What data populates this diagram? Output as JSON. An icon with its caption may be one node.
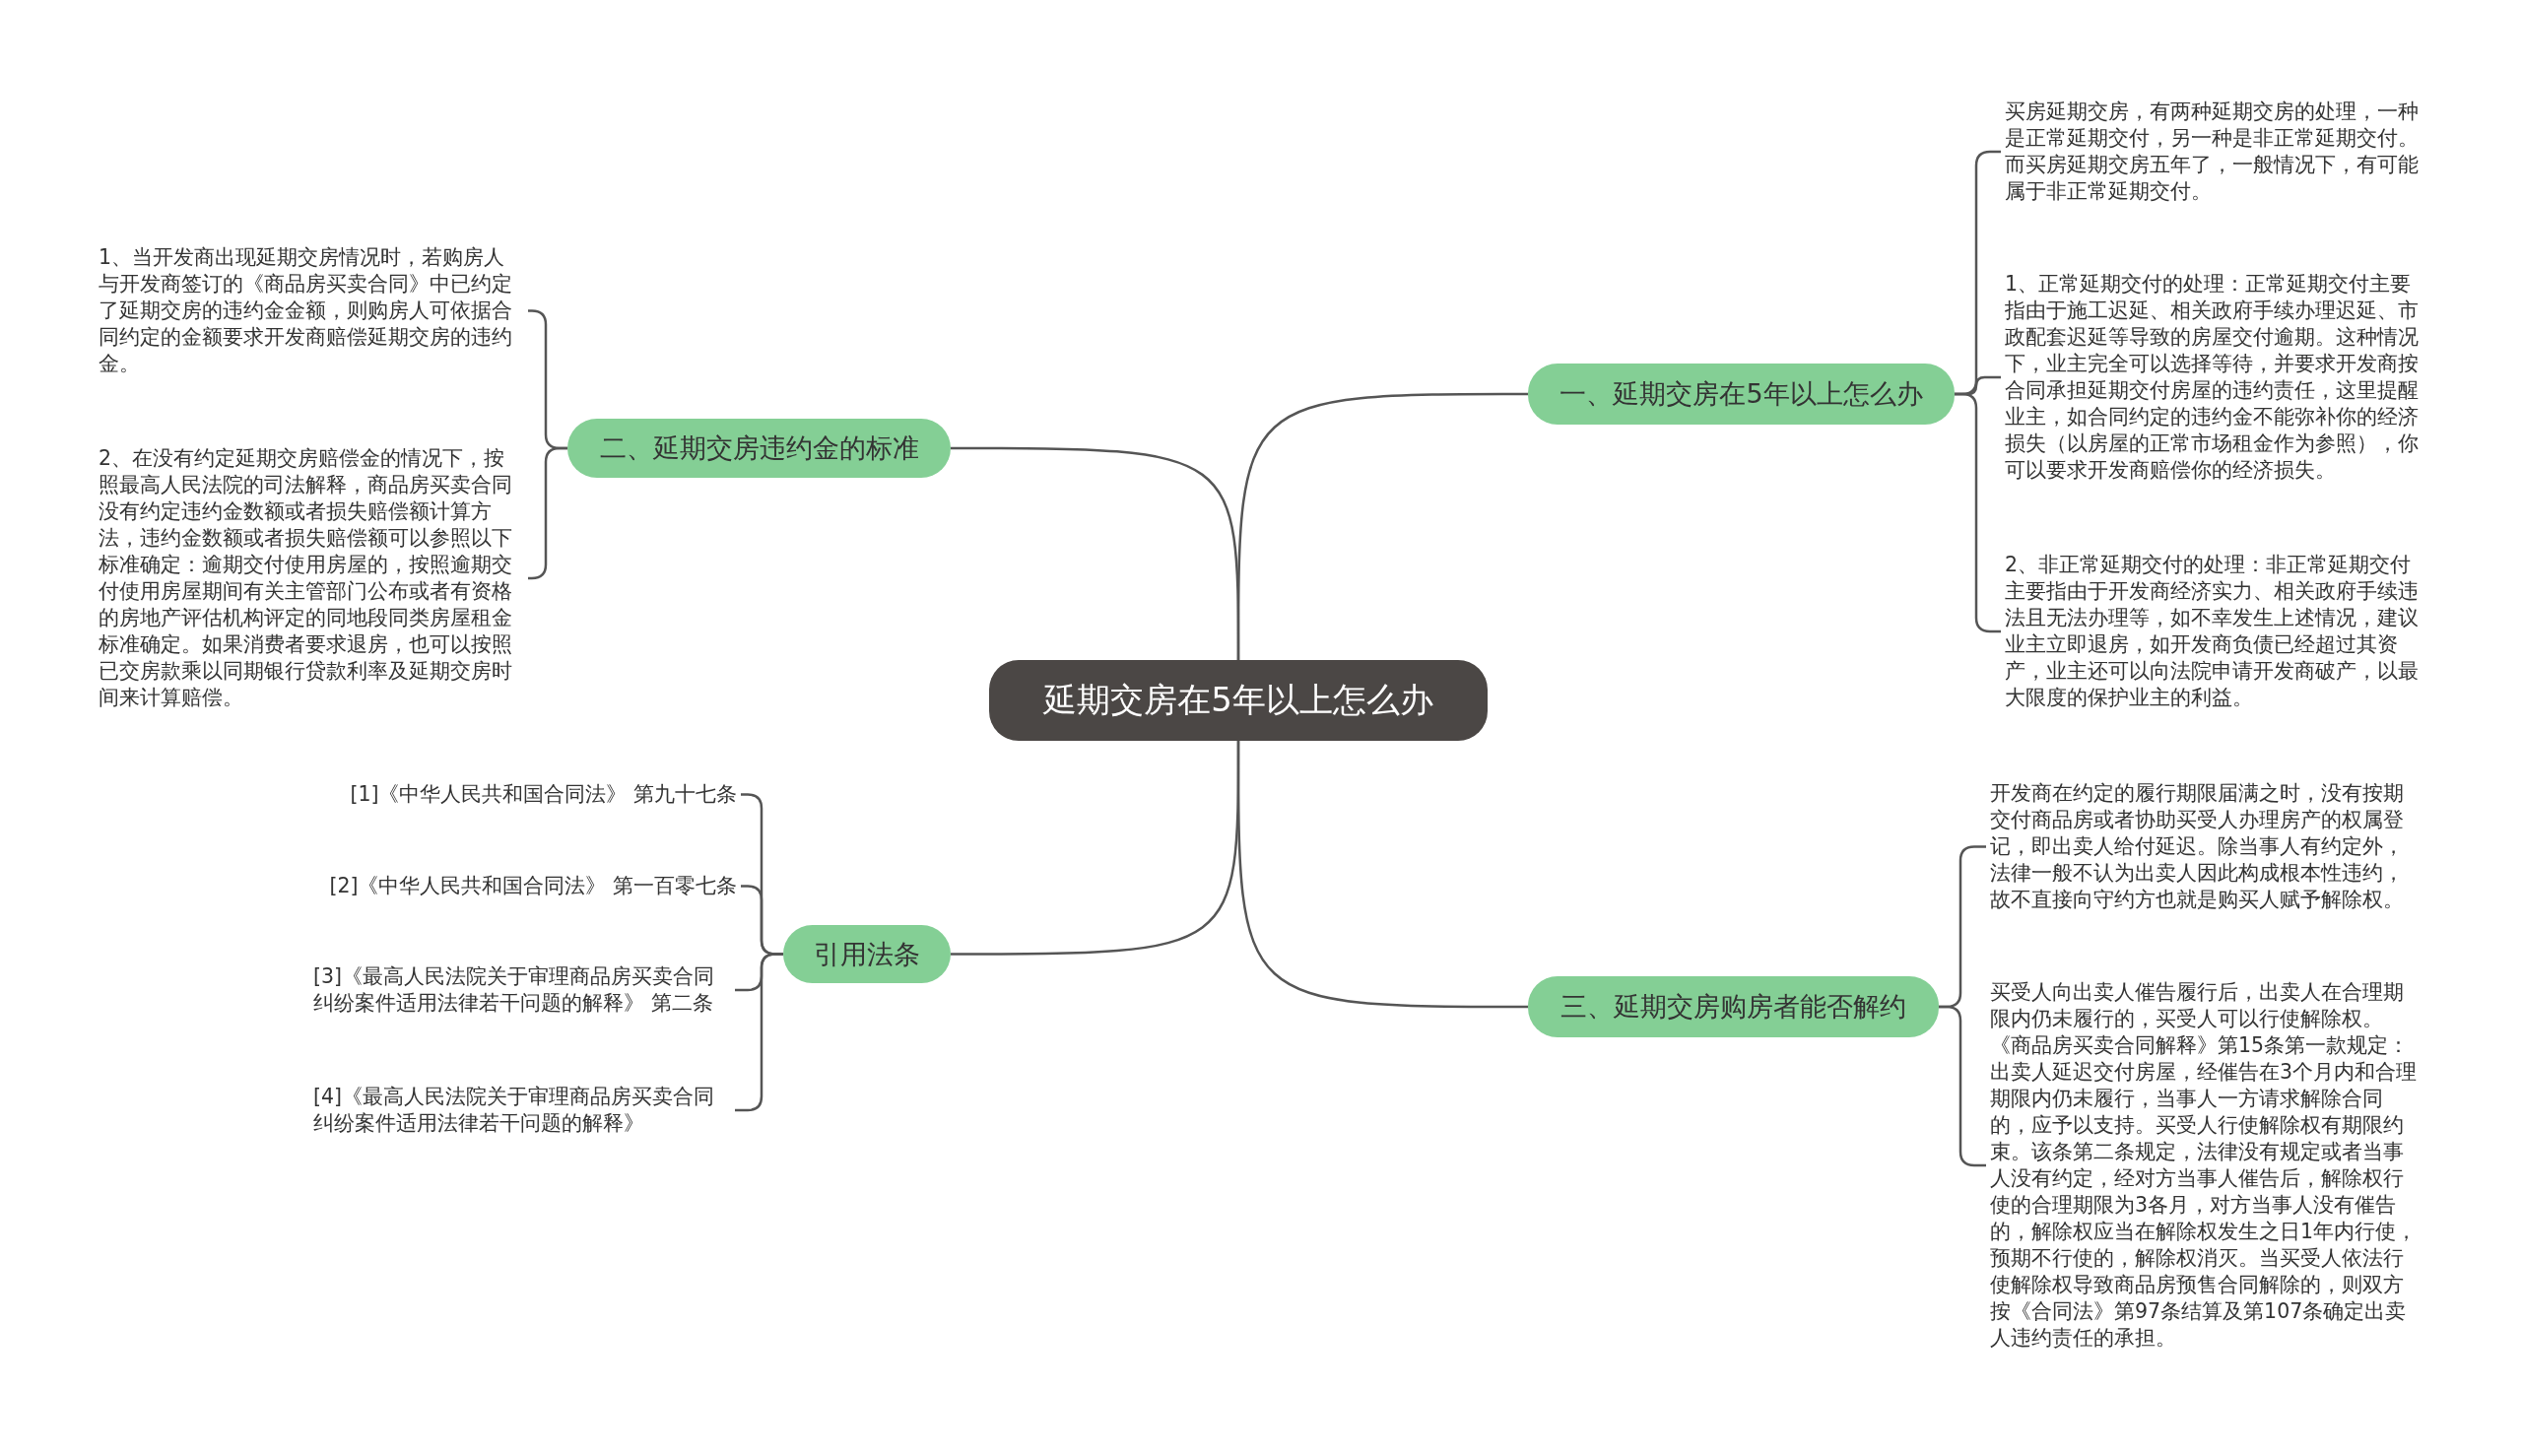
{
  "diagram": {
    "nodes": [
      {
        "text": [
          "延期交房在5年以上怎么办"
        ]
      },
      {
        "text": [
          "一、延期交房在5年以上怎么办"
        ]
      },
      {
        "text": [
          "买房延期交房，有两种延期交房的处理，一种是正常延期交付，另一种是非正常延期交付。而买房延期交房五年了，一般情况下，有可能属于非正常延期交付。"
        ]
      },
      {
        "text": [
          "1、正常延期交付的处理：正常延期交付主要指由于施工迟延、相关政府手续办理迟延、市政配套迟延等导致的房屋交付逾期。这种情况下，业主完全可以选择等待，并要求开发商按合同承担延期交付房屋的违约责任，这里提醒业主，如合同约定的违约金不能弥补你的经济损失（以房屋的正常市场租金作为参照），你可以要求开发商赔偿你的经济损失。"
        ]
      },
      {
        "text": [
          "2、非正常延期交付的处理：非正常延期交付主要指由于开发商经济实力、相关政府手续违法且无法办理等，如不幸发生上述情况，建议业主立即退房，如开发商负债已经超过其资产，业主还可以向法院申请开发商破产，以最大限度的保护业主的利益。"
        ]
      },
      {
        "text": [
          "二、延期交房违约金的标准"
        ]
      },
      {
        "text": [
          "1、当开发商出现延期交房情况时，若购房人与开发商签订的《商品房买卖合同》中已约定了延期交房的违约金金额，则购房人可依据合同约定的金额要求开发商赔偿延期交房的违约金。"
        ]
      },
      {
        "text": [
          "2、在没有约定延期交房赔偿金的情况下，按照最高人民法院的司法解释，商品房买卖合同没有约定违约金数额或者损失赔偿额计算方法，违约金数额或者损失赔偿额可以参照以下标准确定：逾期交付使用房屋的，按照逾期交付使用房屋期间有关主管部门公布或者有资格的房地产评估机构评定的同地段同类房屋租金标准确定。如果消费者要求退房，也可以按照已交房款乘以同期银行贷款利率及延期交房时间来计算赔偿。"
        ]
      },
      {
        "text": [
          "引用法条"
        ]
      },
      {
        "text": [
          "[1]《中华人民共和国合同法》 第九十七条"
        ]
      },
      {
        "text": [
          "[2]《中华人民共和国合同法》 第一百零七条"
        ]
      },
      {
        "text": [
          "[3]《最高人民法院关于审理商品房买卖合同纠纷案件适用法律若干问题的解释》 第二条"
        ]
      },
      {
        "text": [
          "[4]《最高人民法院关于审理商品房买卖合同纠纷案件适用法律若干问题的解释》"
        ]
      },
      {
        "text": [
          "三、延期交房购房者能否解约"
        ]
      },
      {
        "text": [
          "开发商在约定的履行期限届满之时，没有按期交付商品房或者协助买受人办理房产的权属登记，即出卖人给付延迟。除当事人有约定外，法律一般不认为出卖人因此构成根本性违约，故不直接向守约方也就是购买人赋予解除权。"
        ]
      },
      {
        "text": [
          "买受人向出卖人催告履行后，出卖人在合理期限内仍未履行的，买受人可以行使解除权。《商品房买卖合同解释》第15条第一款规定：出卖人延迟交付房屋，经催告在3个月内和合理期限内仍未履行，当事人一方请求解除合同的，应予以支持。买受人行使解除权有期限约束。该条第二条规定，法律没有规定或者当事人没有约定，经对方当事人催告后，解除权行使的合理期限为3各月，对方当事人没有催告的，解除权应当在解除权发生之日1年内行使，预期不行使的，解除权消灭。当买受人依法行使解除权导致商品房预售合同解除的，则双方按《合同法》第97条结算及第107条确定出卖人违约责任的承担。"
        ]
      }
    ],
    "edges": [
      {
        "from": 0,
        "to": 1,
        "arrow": "none"
      },
      {
        "from": 1,
        "to": 2,
        "arrow": "none"
      },
      {
        "from": 1,
        "to": 3,
        "arrow": "none"
      },
      {
        "from": 1,
        "to": 4,
        "arrow": "none"
      },
      {
        "from": 0,
        "to": 5,
        "arrow": "none"
      },
      {
        "from": 5,
        "to": 6,
        "arrow": "none"
      },
      {
        "from": 5,
        "to": 7,
        "arrow": "none"
      },
      {
        "from": 0,
        "to": 8,
        "arrow": "none"
      },
      {
        "from": 8,
        "to": 9,
        "arrow": "none"
      },
      {
        "from": 8,
        "to": 10,
        "arrow": "none"
      },
      {
        "from": 8,
        "to": 11,
        "arrow": "none"
      },
      {
        "from": 8,
        "to": 12,
        "arrow": "none"
      },
      {
        "from": 0,
        "to": 13,
        "arrow": "none"
      },
      {
        "from": 13,
        "to": 14,
        "arrow": "none"
      },
      {
        "from": 13,
        "to": 15,
        "arrow": "none"
      }
    ]
  }
}
